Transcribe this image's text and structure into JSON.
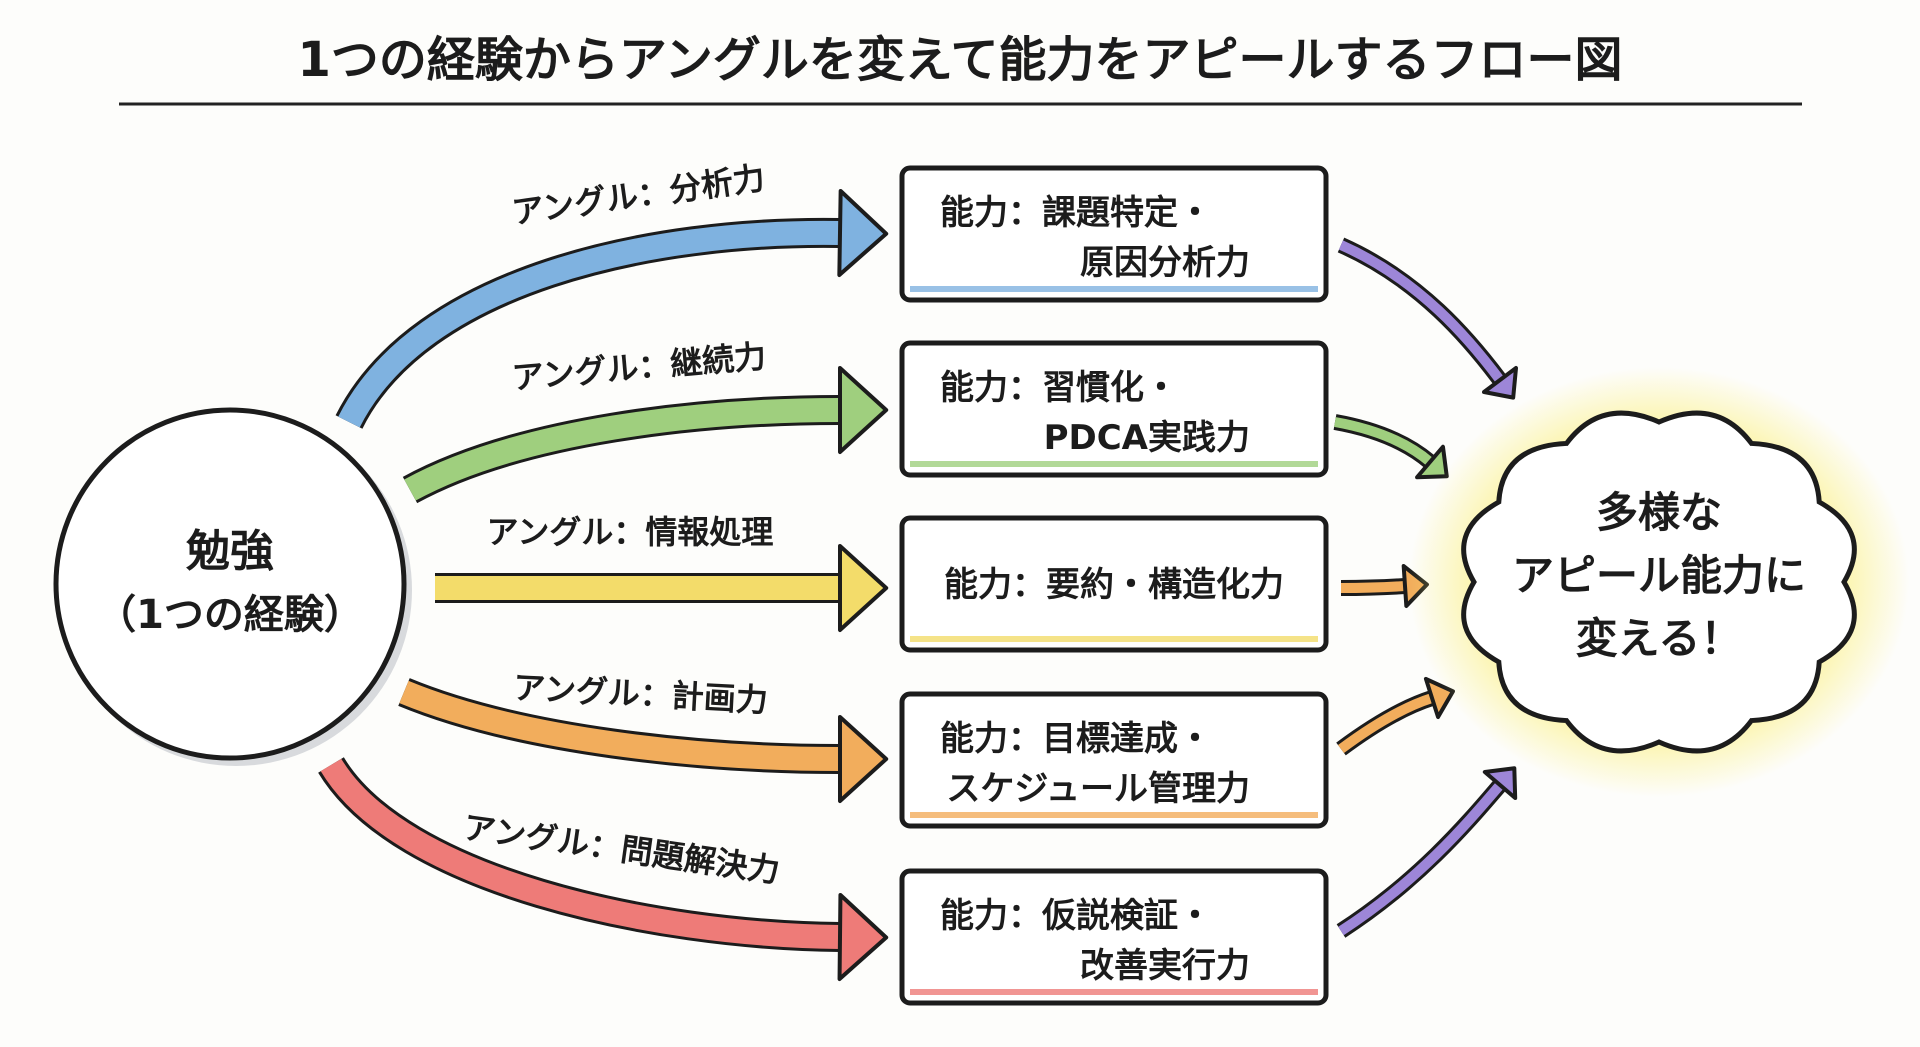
{
  "title": "1つの経験からアングルを変えて能力をアピールするフロー図",
  "source": {
    "line1": "勉強",
    "line2": "（1つの経験）"
  },
  "angles": [
    {
      "label": "アングル：分析力",
      "color": "#7fb2e0"
    },
    {
      "label": "アングル：継続力",
      "color": "#9fcf7e"
    },
    {
      "label": "アングル：情報処理",
      "color": "#f3dc6a"
    },
    {
      "label": "アングル：計画力",
      "color": "#f2ad5c"
    },
    {
      "label": "アングル：問題解決力",
      "color": "#ee7b78"
    }
  ],
  "abilities": [
    {
      "line1": "能力：課題特定・",
      "line2": "原因分析力"
    },
    {
      "line1": "能力：習慣化・",
      "line2": "PDCA実践力"
    },
    {
      "line1": "能力：要約・構造化力",
      "line2": ""
    },
    {
      "line1": "能力：目標達成・",
      "line2": "スケジュール管理力"
    },
    {
      "line1": "能力：仮説検証・",
      "line2": "改善実行力"
    }
  ],
  "converge_colors": [
    "#9d86d8",
    "#9fcf7e",
    "#f2ad5c",
    "#f2ad5c",
    "#9d86d8"
  ],
  "goal": {
    "line1": "多様な",
    "line2": "アピール能力に",
    "line3": "変える！",
    "glow": "#fbef7a"
  }
}
